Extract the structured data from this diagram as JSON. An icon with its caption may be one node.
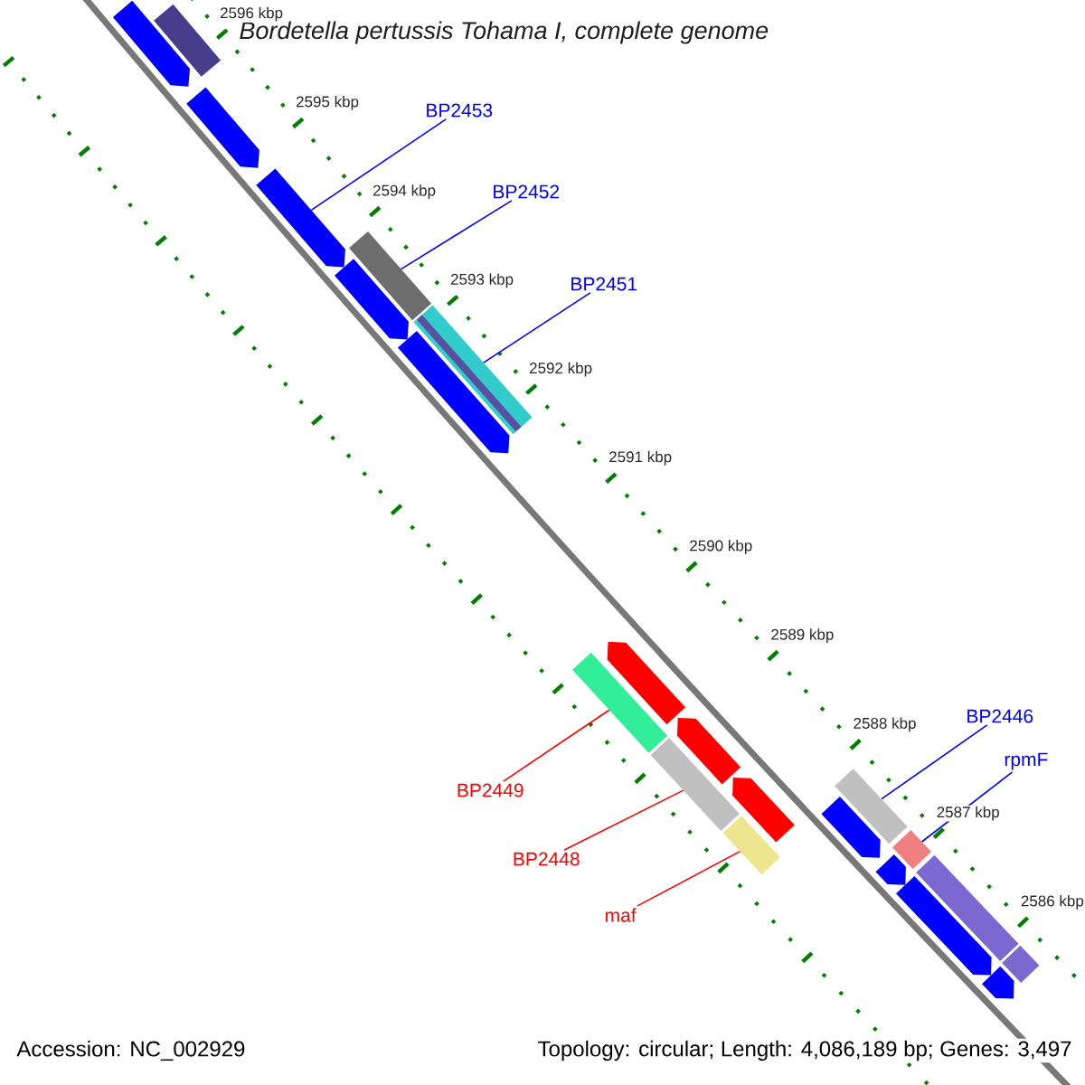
{
  "diagram": {
    "title": "Bordetella pertussis Tohama I, complete genome",
    "nodes": [
      {
        "text": [
          "BP2453"
        ]
      },
      {
        "text": [
          "BP2452"
        ]
      },
      {
        "text": [
          "BP2451"
        ]
      },
      {
        "text": [
          "BP2446"
        ]
      },
      {
        "text": [
          "rpmF"
        ]
      },
      {
        "text": [
          "BP2449"
        ]
      },
      {
        "text": [
          "BP2448"
        ]
      },
      {
        "text": [
          "maf"
        ]
      },
      {
        "text": [],
        "shape": "bar"
      },
      {
        "text": [],
        "shape": "bar"
      },
      {
        "text": [],
        "shape": "bar"
      },
      {
        "text": [],
        "shape": "bar"
      },
      {
        "text": [],
        "shape": "bar"
      },
      {
        "text": [],
        "shape": "bar"
      },
      {
        "text": [],
        "shape": "bar"
      },
      {
        "text": [],
        "shape": "bar"
      },
      {
        "text": [],
        "shape": "bar"
      },
      {
        "text": [],
        "shape": "bar"
      },
      {
        "text": [],
        "shape": "bar"
      },
      {
        "text": [],
        "shape": "bar"
      },
      {
        "text": [],
        "shape": "bar"
      },
      {
        "text": [],
        "shape": "bar"
      },
      {
        "text": [],
        "shape": "bar"
      },
      {
        "text": [],
        "shape": "bar"
      },
      {
        "text": [],
        "shape": "bar"
      },
      {
        "text": [],
        "shape": "bar"
      },
      {
        "text": [],
        "shape": "bar"
      },
      {
        "text": [],
        "shape": "bar"
      },
      {
        "text": [],
        "shape": "bar"
      },
      {
        "text": [],
        "shape": "bar"
      }
    ],
    "edges": [
      {
        "from": 0,
        "to": 11,
        "arrow": "none"
      },
      {
        "from": 1,
        "to": 12,
        "arrow": "none"
      },
      {
        "from": 2,
        "to": 14,
        "arrow": "none"
      },
      {
        "from": 5,
        "to": 16,
        "arrow": "none",
        "color": "#ff0000"
      },
      {
        "from": 6,
        "to": 19,
        "arrow": "none",
        "color": "#ff0000"
      },
      {
        "from": 3,
        "to": 22,
        "arrow": "none"
      },
      {
        "from": 7,
        "to": 21,
        "arrow": "none",
        "color": "#ff0000"
      },
      {
        "from": 4,
        "to": 24,
        "arrow": "none"
      }
    ],
    "labels": [
      "2596 kbp",
      "2595 kbp",
      "2594 kbp",
      "2593 kbp",
      "2592 kbp",
      "2591 kbp",
      "2590 kbp",
      "2589 kbp",
      "2588 kbp",
      "2587 kbp",
      "2586 kbp",
      "Accession: NC_002929",
      "Topology: circular; Length: 4,086,189 bp; Genes: 3,497"
    ]
  }
}
